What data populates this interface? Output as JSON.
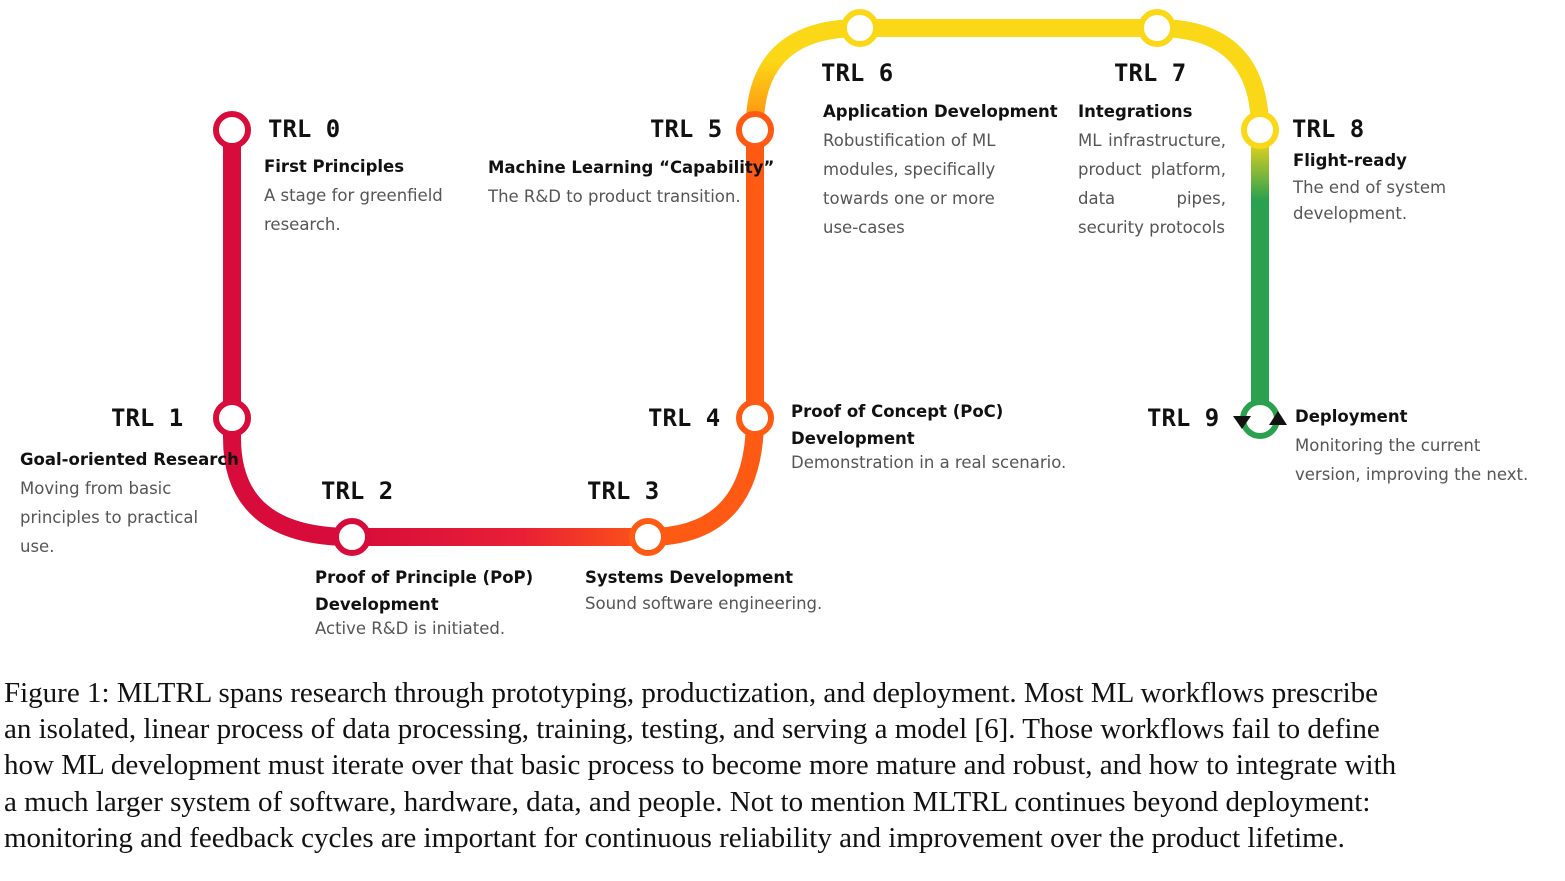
{
  "colors": {
    "red": "#D80C3A",
    "orange": "#FF5A14",
    "yellow": "#FBD817",
    "green": "#2BA14F"
  },
  "stages": {
    "trl0": {
      "label": "TRL 0",
      "title": "First Principles",
      "desc": [
        "A stage for greenfield",
        "research."
      ]
    },
    "trl1": {
      "label": "TRL 1",
      "title": "Goal-oriented Research",
      "desc": [
        "Moving from basic",
        "principles to practical",
        "use."
      ]
    },
    "trl2": {
      "label": "TRL 2",
      "title": [
        "Proof of Principle (PoP)",
        "Development"
      ],
      "desc": [
        "Active R&D is initiated."
      ]
    },
    "trl3": {
      "label": "TRL 3",
      "title": "Systems Development",
      "desc": [
        "Sound software engineering."
      ]
    },
    "trl4": {
      "label": "TRL 4",
      "title": [
        "Proof of Concept (PoC)",
        "Development"
      ],
      "desc": [
        "Demonstration in a real scenario."
      ]
    },
    "trl5": {
      "label": "TRL 5",
      "title": "Machine Learning “Capability”",
      "desc": [
        "The R&D to product transition."
      ]
    },
    "trl6": {
      "label": "TRL 6",
      "title": "Application Development",
      "desc": [
        "Robustification of ML",
        "modules, specifically",
        "towards one or more",
        "use-cases"
      ]
    },
    "trl7": {
      "label": "TRL 7",
      "title": "Integrations",
      "desc": [
        "ML infrastructure,",
        "product platform,",
        "data pipes,",
        "security protocols"
      ]
    },
    "trl8": {
      "label": "TRL 8",
      "title": "Flight-ready",
      "desc": [
        "The end of system development."
      ]
    },
    "trl9": {
      "label": "TRL 9",
      "title": "Deployment",
      "desc": [
        "Monitoring the current",
        "version, improving the next."
      ]
    }
  },
  "caption": [
    "Figure 1: MLTRL spans research through prototyping, productization, and deployment. Most ML workflows prescribe",
    "an isolated, linear process of data processing, training, testing, and serving a model [6]. Those workflows fail to define",
    "how ML development must iterate over that basic process to become more mature and robust, and how to integrate with",
    "a much larger system of software, hardware, data, and people. Not to mention MLTRL continues beyond deployment:",
    "monitoring and feedback cycles are important for continuous reliability and improvement over the product lifetime."
  ]
}
